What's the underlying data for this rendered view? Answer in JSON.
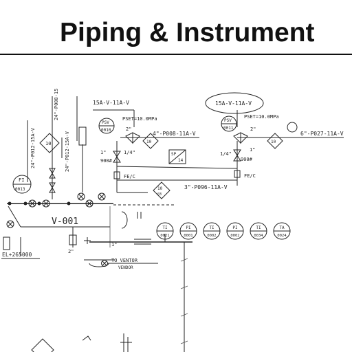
{
  "title": "Piping & Instrument",
  "lines": {
    "vertical_1": "24\"-P012-15A-V",
    "vertical_2": "24\"-P012-15A-V",
    "vertical_3": "24\"-P008-15",
    "top_left": "15A-V-11A-V",
    "top_right": "15A-V-11A-V",
    "left_header": "4\"-P008-11A-V",
    "right_header": "6\"-P027-11A-V",
    "bottom_bypass": "3\"-P096-11A-V"
  },
  "psv": {
    "left": {
      "tag": "PSV",
      "num": "0010",
      "setpoint": "PSET=10.0MPa"
    },
    "right": {
      "tag": "PSV",
      "num": "0011",
      "setpoint": "PSET=10.0MPa"
    }
  },
  "labels": {
    "vessel": "V-001",
    "elevation": "EL+265000",
    "vent": "TO VENTOR",
    "fe_left": "FE/C",
    "fe_right": "FE/C",
    "vendor_note": "VENDOR",
    "size_left_a": "1\"",
    "size_left_b": "1/4\"",
    "size_left_c": "900#",
    "size_right_a": "1/4\"",
    "size_right_b": "900#",
    "size_right_c": "1\"",
    "size_top_left": "2\"",
    "size_top_right": "2\"",
    "size_mid_1": "1\"",
    "size_mid_2": "2\"",
    "spec_box": "SP",
    "spec_box_num": "14",
    "diamond_left_label": "10",
    "diamond_right_label": "10",
    "diamond_center_label": "10",
    "diamond_center_num": "03",
    "fi_left": "FI",
    "fi_left_num": "0013"
  },
  "instruments": [
    {
      "tag": "TI",
      "num": "0021"
    },
    {
      "tag": "PI",
      "num": "0001"
    },
    {
      "tag": "TI",
      "num": "0002"
    },
    {
      "tag": "PI",
      "num": "0002"
    },
    {
      "tag": "TI",
      "num": "0034"
    },
    {
      "tag": "TA",
      "num": "0024"
    }
  ]
}
